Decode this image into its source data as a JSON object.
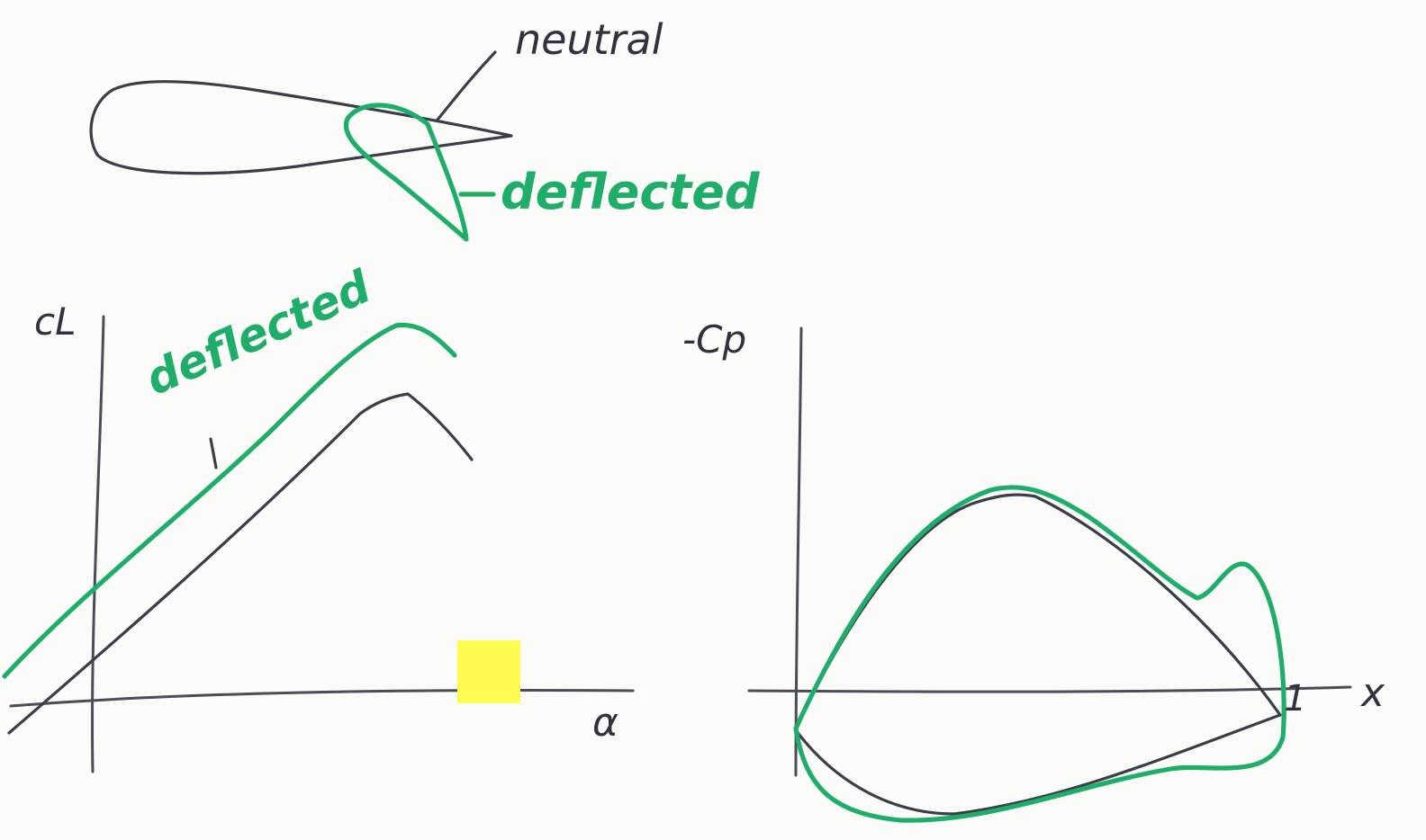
{
  "airfoil_sketch": {
    "neutral_label": "neutral",
    "deflected_label": "deflected"
  },
  "lift_curve": {
    "y_axis_label": "cL",
    "x_axis_label": "α",
    "deflected_label": "deflected"
  },
  "pressure_plot": {
    "y_axis_label": "-Cp",
    "x_axis_label": "x",
    "x_end_tick": "1"
  },
  "colors": {
    "neutral_ink": "#3a3d4a",
    "deflected_ink": "#1fae6a",
    "highlight": "#fffb52"
  }
}
